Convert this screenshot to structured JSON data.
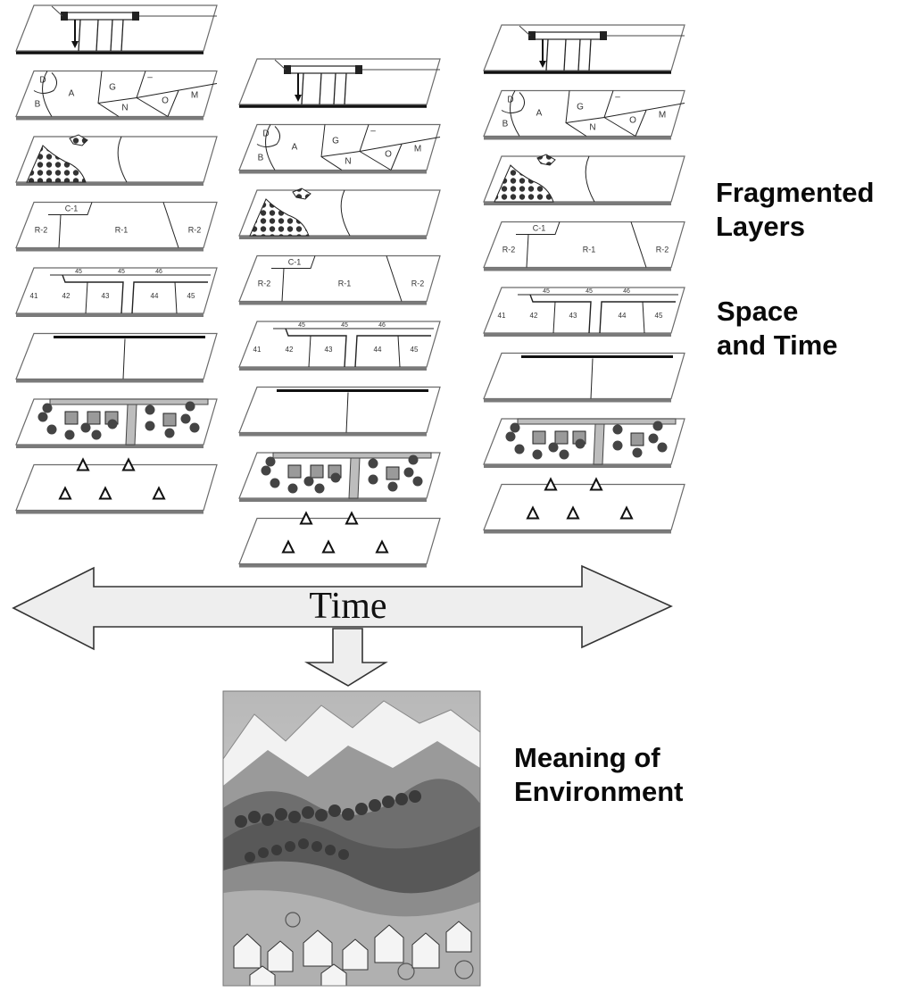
{
  "labels": {
    "fragmented": [
      "Fragmented",
      "Layers"
    ],
    "space_time": [
      "Space",
      "and Time"
    ],
    "meaning": [
      "Meaning of",
      "Environment"
    ],
    "time_arrow": "Time"
  },
  "zoning": {
    "top_small": "C-1",
    "left": "R-2",
    "center": "R-1",
    "right": "R-2"
  },
  "parcels": {
    "top_row": [
      "45",
      "45",
      "46"
    ],
    "bottom_row": [
      "41",
      "42",
      "43",
      "44",
      "45"
    ]
  },
  "regions": [
    "D",
    "B",
    "A",
    "G",
    "N",
    "O",
    "M"
  ],
  "colors": {
    "layer_fill": "#ffffff",
    "layer_edge": "#6a6a6a",
    "layer_line": "#222222",
    "arrow_fill": "#eeeeee",
    "arrow_stroke": "#333333",
    "road_fill": "#bdbdbd",
    "tree_fill": "#444444",
    "text": "#0a0a0a"
  }
}
